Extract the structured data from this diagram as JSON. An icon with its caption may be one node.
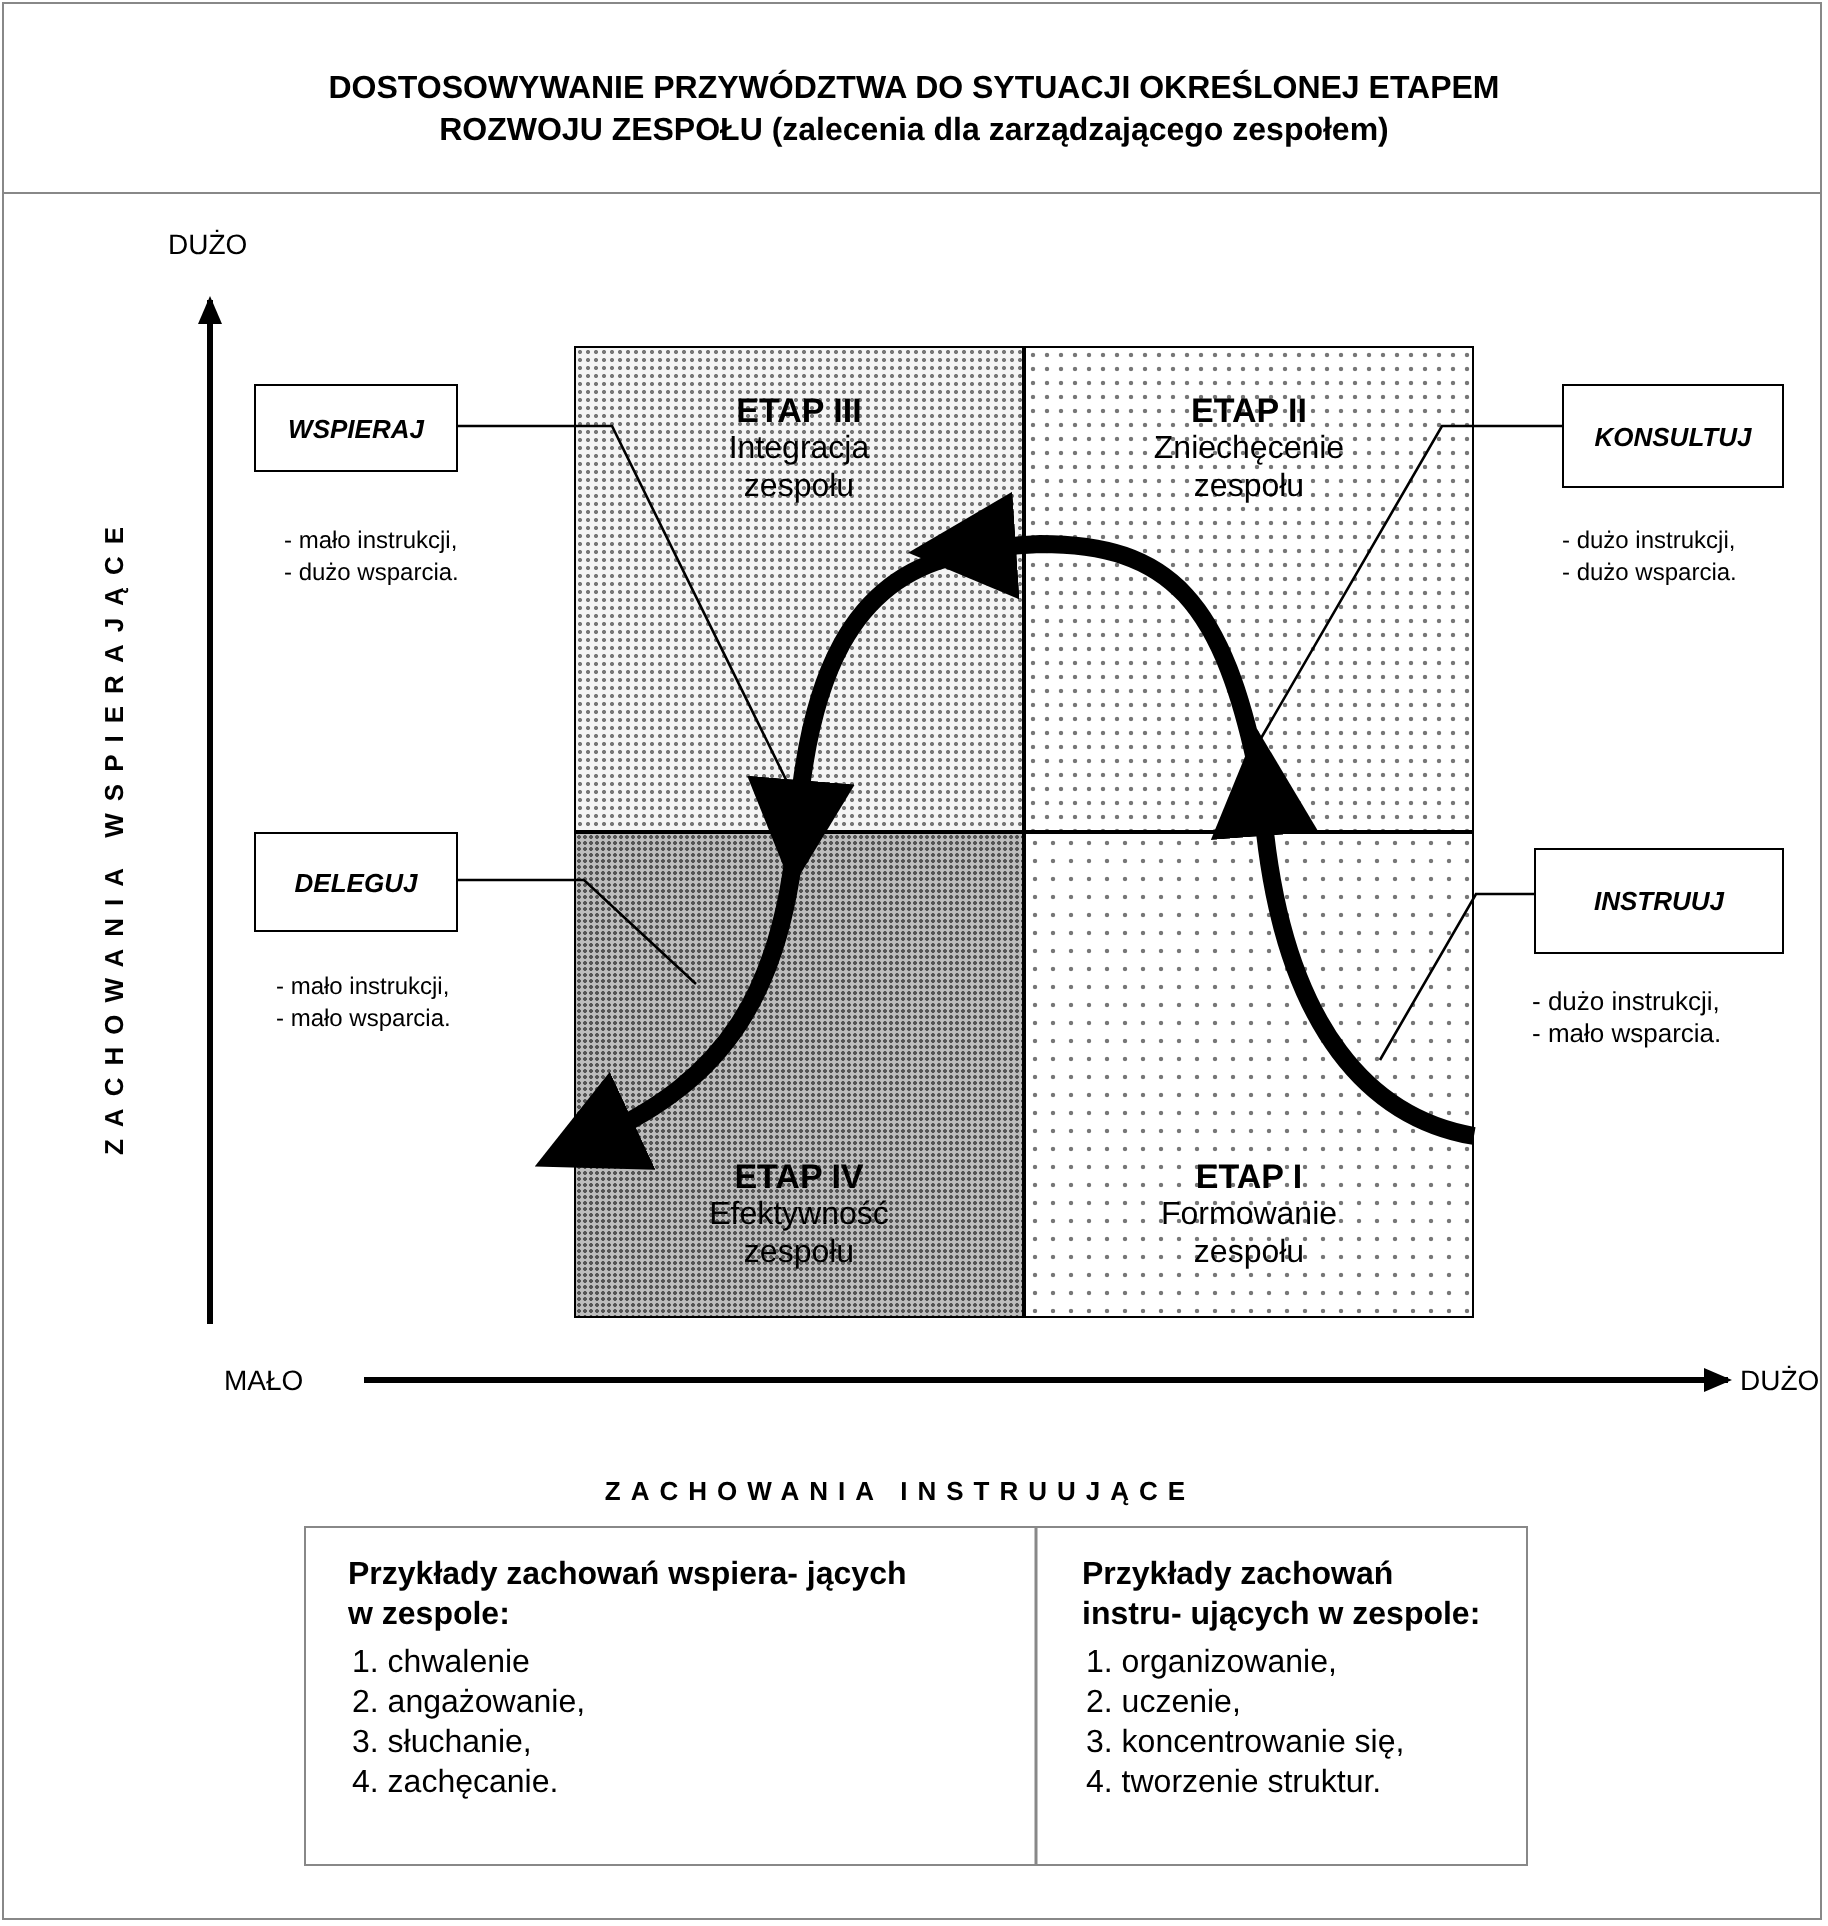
{
  "diagram": {
    "title": "DOSTOSOWYWANIE PRZYWÓDZTWA DO SYTUACJI OKREŚLONEJ ETAPEM ROZWOJU ZESPOŁU (zalecenia dla zarządzającego zespołem)",
    "nodes": [
      {
        "text": [
          "ETAP III",
          "Integracja zespołu"
        ]
      },
      {
        "text": [
          "ETAP II",
          "Zniechęcenie zespołu"
        ]
      },
      {
        "text": [
          "ETAP IV",
          "Efektywność zespołu"
        ]
      },
      {
        "text": [
          "ETAP I",
          "Formowanie zespołu"
        ]
      },
      {
        "text": [
          "WSPIERAJ"
        ],
        "beside": [
          "- mało instrukcji,",
          "- dużo wsparcia."
        ]
      },
      {
        "text": [
          "KONSULTUJ"
        ],
        "beside": [
          "- dużo instrukcji,",
          "- dużo wsparcia."
        ]
      },
      {
        "text": [
          "DELEGUJ"
        ],
        "beside": [
          "- mało instrukcji,",
          "- mało wsparcia."
        ]
      },
      {
        "text": [
          "INSTRUUJ"
        ],
        "beside": [
          "- dużo instrukcji,",
          "- mało wsparcia."
        ]
      }
    ],
    "edges": [
      {
        "from": 3,
        "to": 1,
        "arrow": "to",
        "style": "thick"
      },
      {
        "from": 1,
        "to": 0,
        "arrow": "to",
        "style": "thick"
      },
      {
        "from": 0,
        "to": 2,
        "arrow": "to",
        "style": "thick"
      },
      {
        "from": 4,
        "to": 0,
        "arrow": "none"
      },
      {
        "from": 5,
        "to": 1,
        "arrow": "none"
      },
      {
        "from": 6,
        "to": 2,
        "arrow": "none"
      },
      {
        "from": 7,
        "to": 3,
        "arrow": "none"
      }
    ],
    "labels": [
      "DUŻO",
      "ZACHOWANIA WSPIERAJĄCE",
      "MAŁO",
      "DUŻO",
      "ZACHOWANIA INSTRUUJĄCE",
      "Przykłady zachowań wspiera- jących w zespole:",
      "Przykłady zachowań instru- ujących w zespole:",
      "1. chwalenie",
      "1. organizowanie,",
      "2. angażowanie,",
      "2. uczenie,",
      "3. słuchanie,",
      "3. koncentrowanie się,",
      "4. zachęcanie.",
      "4. tworzenie struktur."
    ]
  }
}
